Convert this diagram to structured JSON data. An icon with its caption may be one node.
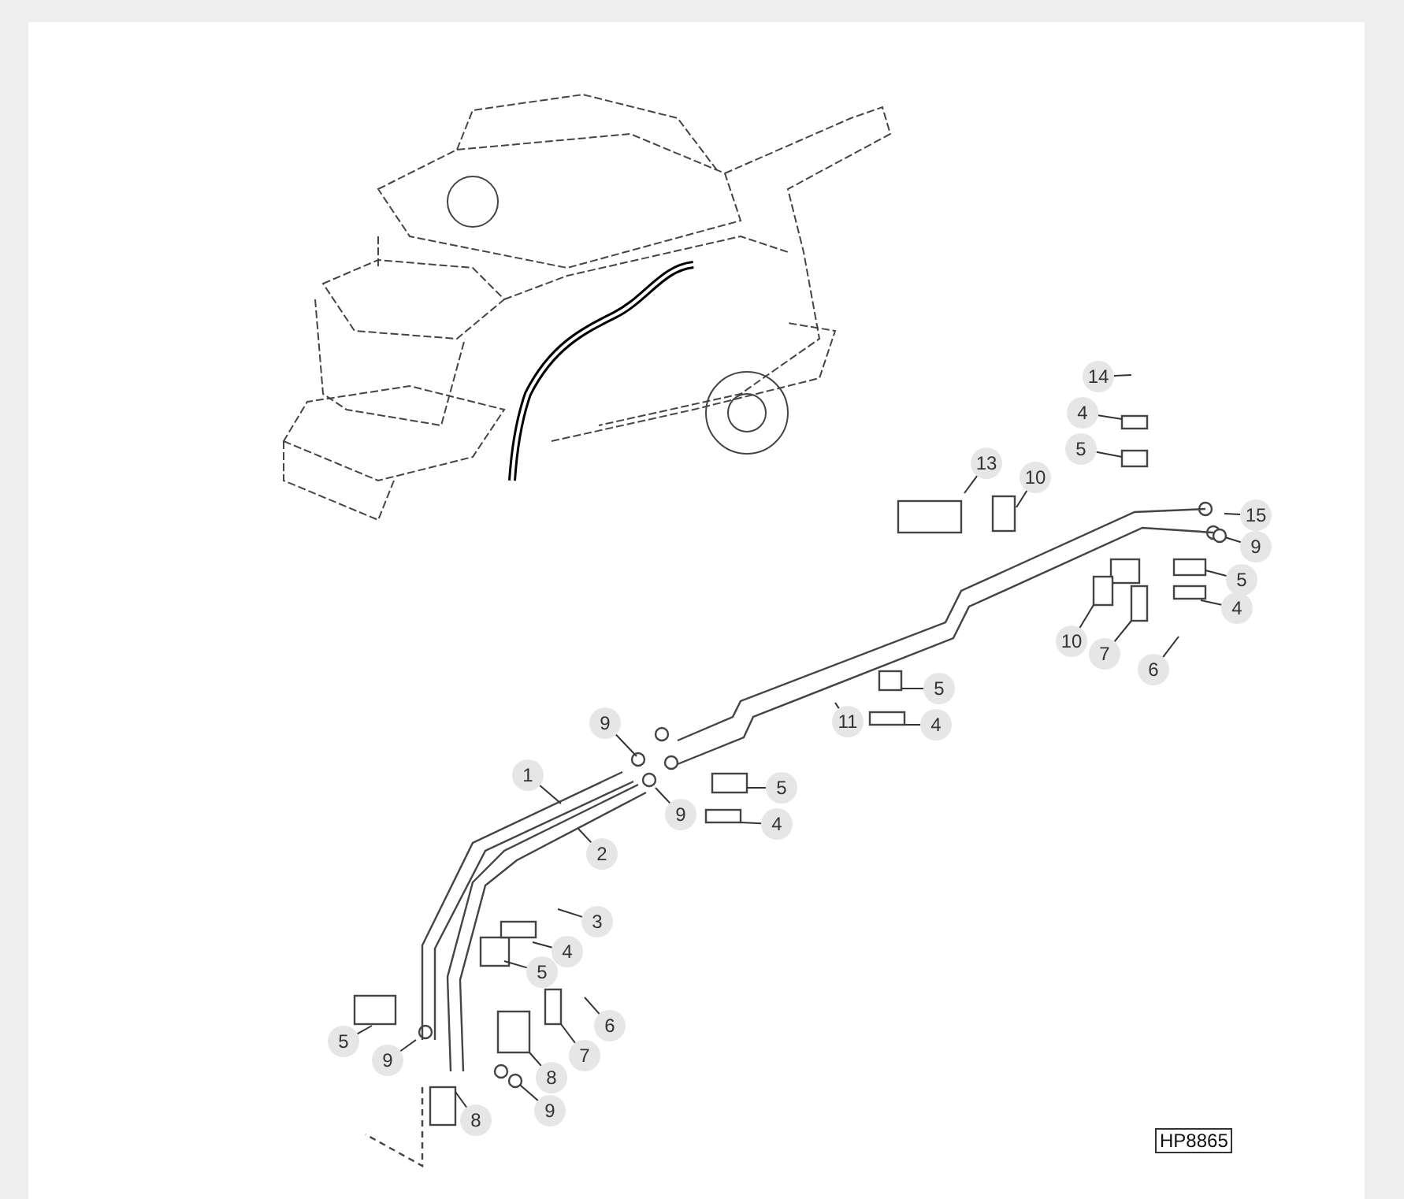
{
  "diagram": {
    "nodes": [
      {
        "text": [
          "14"
        ]
      },
      {
        "text": [
          "4"
        ]
      },
      {
        "text": [
          "5"
        ]
      },
      {
        "text": [
          "13"
        ]
      },
      {
        "text": [
          "10"
        ]
      },
      {
        "text": [
          "15"
        ]
      },
      {
        "text": [
          "9"
        ]
      },
      {
        "text": [
          "5"
        ]
      },
      {
        "text": [
          "4"
        ]
      },
      {
        "text": [
          "10"
        ]
      },
      {
        "text": [
          "7"
        ]
      },
      {
        "text": [
          "6"
        ]
      },
      {
        "text": [
          "5"
        ]
      },
      {
        "text": [
          "11"
        ]
      },
      {
        "text": [
          "4"
        ]
      },
      {
        "text": [
          "9"
        ]
      },
      {
        "text": [
          "1"
        ]
      },
      {
        "text": [
          "5"
        ]
      },
      {
        "text": [
          "9"
        ]
      },
      {
        "text": [
          "4"
        ]
      },
      {
        "text": [
          "2"
        ]
      },
      {
        "text": [
          "3"
        ]
      },
      {
        "text": [
          "4"
        ]
      },
      {
        "text": [
          "5"
        ]
      },
      {
        "text": [
          "6"
        ]
      },
      {
        "text": [
          "5"
        ]
      },
      {
        "text": [
          "9"
        ]
      },
      {
        "text": [
          "7"
        ]
      },
      {
        "text": [
          "8"
        ]
      },
      {
        "text": [
          "9"
        ]
      },
      {
        "text": [
          "8"
        ]
      },
      {
        "text": [],
        "shape": "circle"
      },
      {
        "text": [],
        "shape": "box"
      },
      {
        "text": [],
        "shape": "box"
      },
      {
        "text": [],
        "shape": "box"
      },
      {
        "text": [],
        "shape": "box"
      },
      {
        "text": [],
        "shape": "box"
      },
      {
        "text": [],
        "shape": "circle"
      },
      {
        "text": [],
        "shape": "box"
      },
      {
        "text": [],
        "shape": "box"
      },
      {
        "text": [],
        "shape": "box"
      }
    ],
    "edges": [
      {
        "from": 0,
        "to": null,
        "arrow": "none"
      },
      {
        "from": 1,
        "to": null,
        "arrow": "none"
      },
      {
        "from": 2,
        "to": null,
        "arrow": "none"
      },
      {
        "from": 3,
        "to": null,
        "arrow": "none"
      },
      {
        "from": 4,
        "to": null,
        "arrow": "none"
      },
      {
        "from": 5,
        "to": null,
        "arrow": "none"
      },
      {
        "from": 6,
        "to": 31,
        "arrow": "none"
      },
      {
        "from": 7,
        "to": null,
        "arrow": "none"
      },
      {
        "from": 8,
        "to": null,
        "arrow": "none"
      },
      {
        "from": 9,
        "to": 32,
        "arrow": "none"
      },
      {
        "from": 10,
        "to": 40,
        "arrow": "none"
      },
      {
        "from": 11,
        "to": null,
        "arrow": "none"
      },
      {
        "from": 12,
        "to": 38,
        "arrow": "none"
      },
      {
        "from": 13,
        "to": null,
        "arrow": "none"
      },
      {
        "from": 14,
        "to": 33,
        "arrow": "none"
      },
      {
        "from": 15,
        "to": null,
        "arrow": "none"
      },
      {
        "from": 16,
        "to": null,
        "arrow": "none"
      },
      {
        "from": 17,
        "to": 34,
        "arrow": "none"
      },
      {
        "from": 18,
        "to": null,
        "arrow": "none"
      },
      {
        "from": 19,
        "to": 35,
        "arrow": "none"
      },
      {
        "from": 20,
        "to": null,
        "arrow": "none"
      },
      {
        "from": 21,
        "to": null,
        "arrow": "none"
      },
      {
        "from": 22,
        "to": null,
        "arrow": "none"
      },
      {
        "from": 23,
        "to": null,
        "arrow": "none"
      },
      {
        "from": 24,
        "to": null,
        "arrow": "none"
      },
      {
        "from": 25,
        "to": null,
        "arrow": "none"
      },
      {
        "from": 26,
        "to": null,
        "arrow": "none"
      },
      {
        "from": 27,
        "to": 36,
        "arrow": "none"
      },
      {
        "from": 28,
        "to": 39,
        "arrow": "none"
      },
      {
        "from": 29,
        "to": 37,
        "arrow": "none"
      },
      {
        "from": 30,
        "to": null,
        "arrow": "none"
      }
    ],
    "labels": [
      "HP8865"
    ]
  }
}
